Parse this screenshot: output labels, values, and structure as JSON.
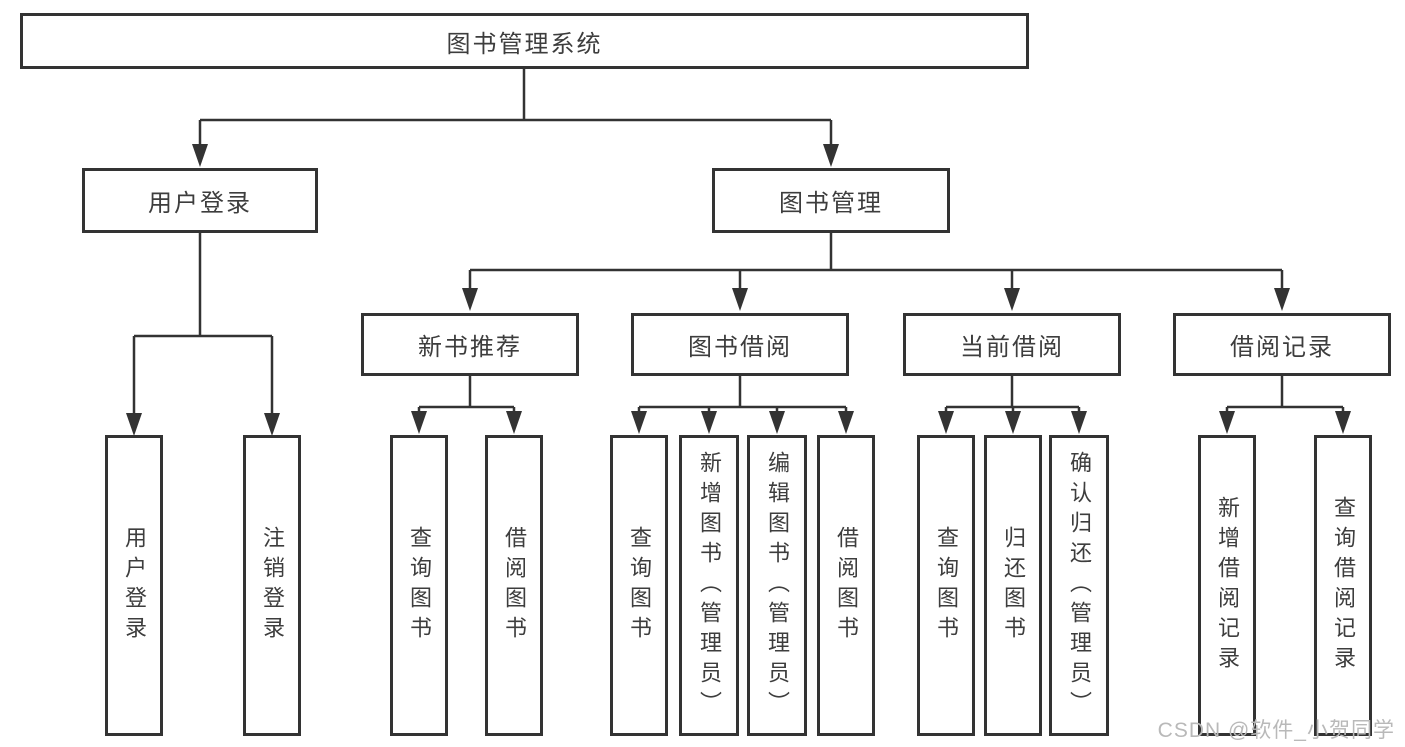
{
  "title": {
    "label": "图书管理系统"
  },
  "tree": {
    "branches": [
      {
        "label": "用户登录",
        "children": [
          {
            "label": "用户登录"
          },
          {
            "label": "注销登录"
          }
        ]
      },
      {
        "label": "图书管理",
        "children": [
          {
            "label": "新书推荐",
            "children": [
              {
                "label": "查询图书"
              },
              {
                "label": "借阅图书"
              }
            ]
          },
          {
            "label": "图书借阅",
            "children": [
              {
                "label": "查询图书"
              },
              {
                "label": "新增图书（管理员）"
              },
              {
                "label": "编辑图书（管理员）"
              },
              {
                "label": "借阅图书"
              }
            ]
          },
          {
            "label": "当前借阅",
            "children": [
              {
                "label": "查询图书"
              },
              {
                "label": "归还图书"
              },
              {
                "label": "确认归还（管理员）"
              }
            ]
          },
          {
            "label": "借阅记录",
            "children": [
              {
                "label": "新增借阅记录"
              },
              {
                "label": "查询借阅记录"
              }
            ]
          }
        ]
      }
    ]
  },
  "watermark": {
    "text": "CSDN @软件_小贺同学"
  },
  "colors": {
    "line": "#333333",
    "text": "#3d3d3d",
    "watermark": "#b9b9b9",
    "background": "#ffffff"
  }
}
